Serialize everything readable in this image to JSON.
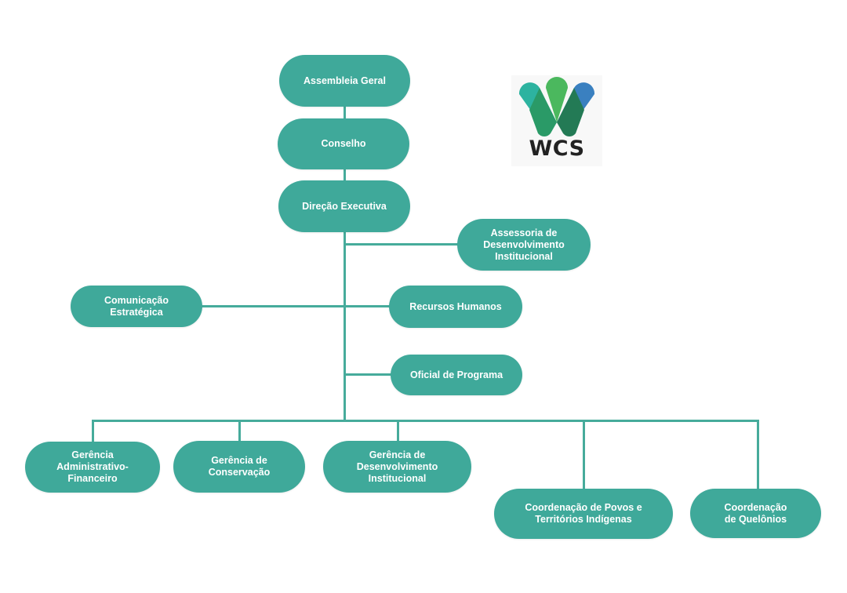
{
  "colors": {
    "node_fill": "#3fa99a",
    "connector": "#46ab9b",
    "node_text": "#ffffff",
    "logo_teal": "#2db3a0",
    "logo_green": "#4bb85e",
    "logo_blue": "#3a80c0",
    "logo_dark_green": "#2a9a67",
    "logo_darker_green": "#237a55"
  },
  "logo": {
    "text": "WCS",
    "icon": "wcs-w-logo-icon"
  },
  "nodes": {
    "assembleia": "Assembleia Geral",
    "conselho": "Conselho",
    "direcao": "Direção Executiva",
    "assessoria": "Assessoria de\nDesenvolvimento\nInstitucional",
    "comunicacao": "Comunicação\nEstratégica",
    "rh": "Recursos Humanos",
    "oficial": "Oficial de Programa",
    "ger_adm": "Gerência\nAdministrativo-\nFinanceiro",
    "ger_cons": "Gerência de\nConservação",
    "ger_desenv": "Gerência de\nDesenvolvimento\nInstitucional",
    "coord_povos": "Coordenação de Povos e\nTerritórios Indígenas",
    "coord_quel": "Coordenação\nde Quelônios"
  }
}
